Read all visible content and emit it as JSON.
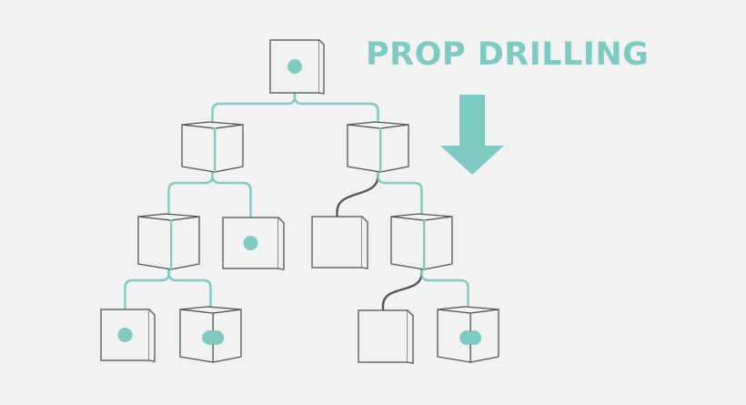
{
  "title": "PROP DRILLING",
  "colors": {
    "accent": "#7ecbc3",
    "outline": "#555555",
    "box_fill": "#f2f2f2",
    "background": "#f2f2f2"
  },
  "arrow": {
    "direction": "down"
  },
  "tree": {
    "nodes": [
      {
        "id": "root",
        "parent": null,
        "has_prop": true,
        "receives_prop": true
      },
      {
        "id": "l1-left",
        "parent": "root",
        "has_prop": false,
        "receives_prop": true
      },
      {
        "id": "l1-right",
        "parent": "root",
        "has_prop": false,
        "receives_prop": true
      },
      {
        "id": "l2-a",
        "parent": "l1-left",
        "has_prop": false,
        "receives_prop": true
      },
      {
        "id": "l2-b",
        "parent": "l1-left",
        "has_prop": true,
        "receives_prop": true
      },
      {
        "id": "l2-c",
        "parent": "l1-right",
        "has_prop": false,
        "receives_prop": false
      },
      {
        "id": "l2-d",
        "parent": "l1-right",
        "has_prop": false,
        "receives_prop": true
      },
      {
        "id": "l3-a",
        "parent": "l2-a",
        "has_prop": true,
        "receives_prop": true
      },
      {
        "id": "l3-b",
        "parent": "l2-a",
        "has_prop": true,
        "receives_prop": true
      },
      {
        "id": "l3-c",
        "parent": "l2-d",
        "has_prop": false,
        "receives_prop": false
      },
      {
        "id": "l3-d",
        "parent": "l2-d",
        "has_prop": true,
        "receives_prop": true
      }
    ]
  }
}
